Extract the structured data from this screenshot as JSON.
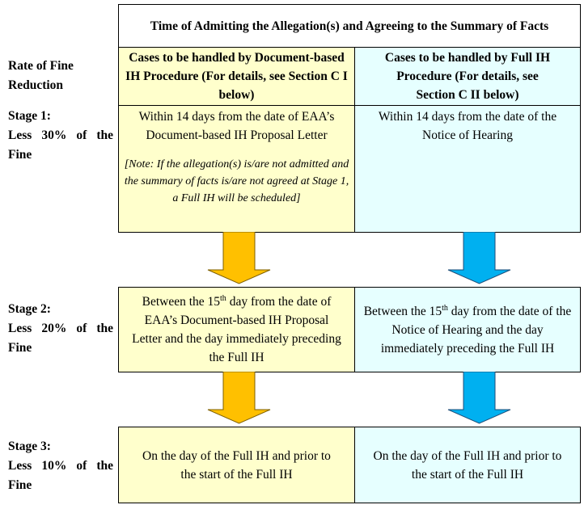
{
  "header": {
    "title": "Time of Admitting the Allegation(s) and Agreeing to the Summary of Facts"
  },
  "row_label_header": "Rate of Fine Reduction",
  "columns": [
    {
      "label": "Cases to be handled by Document-based IH Procedure (For details, see Section C I below)",
      "color": "#ffffcc",
      "arrow_color": "#ffc000"
    },
    {
      "label": "Cases to be handled by Full IH Procedure (For details, see Section C II below)",
      "color": "#e6ffff",
      "arrow_color": "#00b0f0"
    }
  ],
  "stages": [
    {
      "title": "Stage 1:",
      "reduction": "Less 30% of the Fine",
      "document_based": "Within 14 days from the date of EAA’s Document-based IH Proposal Letter",
      "document_based_note": "[Note: If the allegation(s) is/are not admitted and the summary of facts is/are not agreed at Stage 1, a Full IH will be scheduled]",
      "full_ih": "Within 14 days from the date of the Notice of Hearing"
    },
    {
      "title": "Stage 2:",
      "reduction": "Less 20% of the Fine",
      "document_based_pre": "Between the 15",
      "document_based_sup": "th",
      "document_based_post": " day from the date of EAA’s Document-based IH Proposal Letter and the day immediately preceding the Full IH",
      "full_ih_pre": "Between the 15",
      "full_ih_sup": "th",
      "full_ih_post": " day from the date of the Notice of Hearing and the day immediately preceding the Full IH"
    },
    {
      "title": "Stage 3:",
      "reduction": "Less 10% of the Fine",
      "document_based": "On the day of the Full IH and prior to the start of the Full IH",
      "full_ih": "On the day of the Full IH and prior to the start of the Full IH"
    }
  ]
}
